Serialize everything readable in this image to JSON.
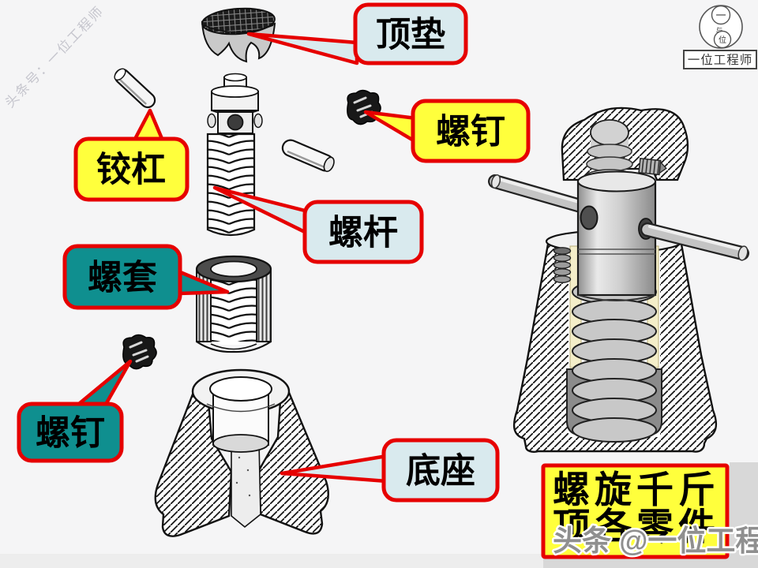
{
  "slide": {
    "background": "#f5f5f6",
    "watermark_diagonal": "头条号：一位工程师",
    "watermark_bottom": "头条 @一位工程师"
  },
  "logo": {
    "glyph_top": "一",
    "glyph_middle": "与",
    "glyph_bottom": "位",
    "caption": "一位工程师"
  },
  "callouts": {
    "top_pad": {
      "label": "顶垫"
    },
    "screw_upper": {
      "label": "螺钉"
    },
    "handle_bar": {
      "label": "铰杠"
    },
    "screw_rod": {
      "label": "螺杆"
    },
    "screw_sleeve": {
      "label": "螺套"
    },
    "screw_lower": {
      "label": "螺钉"
    },
    "base": {
      "label": "底座"
    }
  },
  "caption_box": {
    "line1": "螺旋千斤",
    "line2": "顶各零件"
  },
  "colors": {
    "label_light_blue": "#d9eaee",
    "label_yellow": "#ffff3c",
    "label_teal": "#0f8f8f",
    "callout_border_red": "#e60000",
    "caption_fill": "#ffff3c",
    "cream_liner": "#f4eec9"
  }
}
